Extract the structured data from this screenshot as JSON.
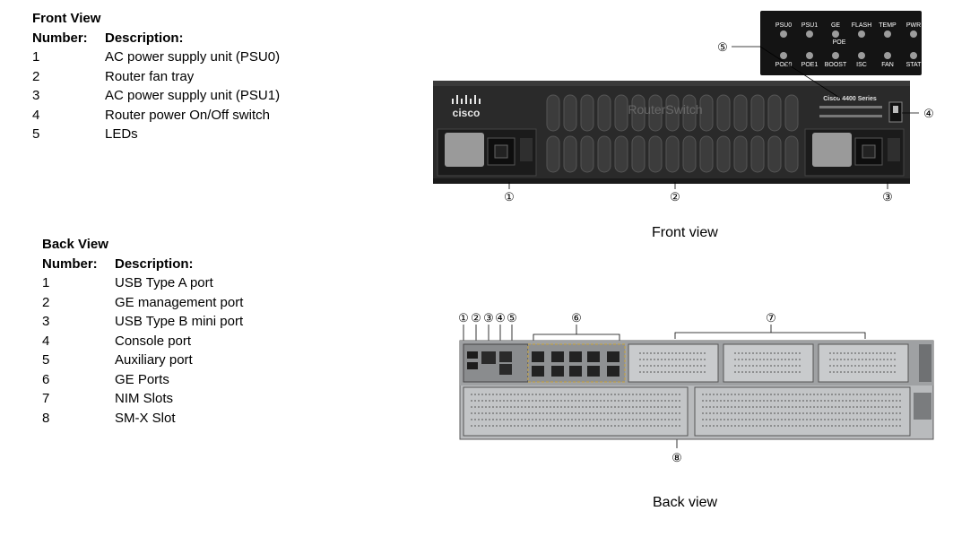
{
  "front_legend": {
    "title": "Front View",
    "col_number": "Number:",
    "col_description": "Description:",
    "rows": [
      {
        "n": "1",
        "d": "AC power supply unit (PSU0)"
      },
      {
        "n": "2",
        "d": "Router fan tray"
      },
      {
        "n": "3",
        "d": "AC power supply unit (PSU1)"
      },
      {
        "n": "4",
        "d": "Router power On/Off switch"
      },
      {
        "n": "5",
        "d": "LEDs"
      }
    ]
  },
  "back_legend": {
    "title": "Back View",
    "col_number": "Number:",
    "col_description": "Description:",
    "rows": [
      {
        "n": "1",
        "d": "USB Type A port"
      },
      {
        "n": "2",
        "d": "GE management port"
      },
      {
        "n": "3",
        "d": "USB Type B mini port"
      },
      {
        "n": "4",
        "d": "Console port"
      },
      {
        "n": "5",
        "d": "Auxiliary port"
      },
      {
        "n": "6",
        "d": "GE Ports"
      },
      {
        "n": "7",
        "d": "NIM Slots"
      },
      {
        "n": "8",
        "d": "SM-X Slot"
      }
    ]
  },
  "front_image": {
    "caption": "Front view",
    "brand": "cisco",
    "series": "Cisco 4400 Series",
    "watermark": "RouterSwitch",
    "led_top": [
      "PSU0",
      "PSU1",
      "GE",
      "FLASH",
      "TEMP",
      "PWR"
    ],
    "led_top_sub": "POE",
    "led_bottom": [
      "POE0",
      "POE1",
      "BOOST",
      "ISC",
      "FAN",
      "STAT"
    ],
    "callouts": [
      "①",
      "②",
      "③",
      "④",
      "⑤"
    ]
  },
  "back_image": {
    "caption": "Back view",
    "callouts": [
      "①",
      "②",
      "③",
      "④",
      "⑤",
      "⑥",
      "⑦",
      "⑧"
    ]
  }
}
